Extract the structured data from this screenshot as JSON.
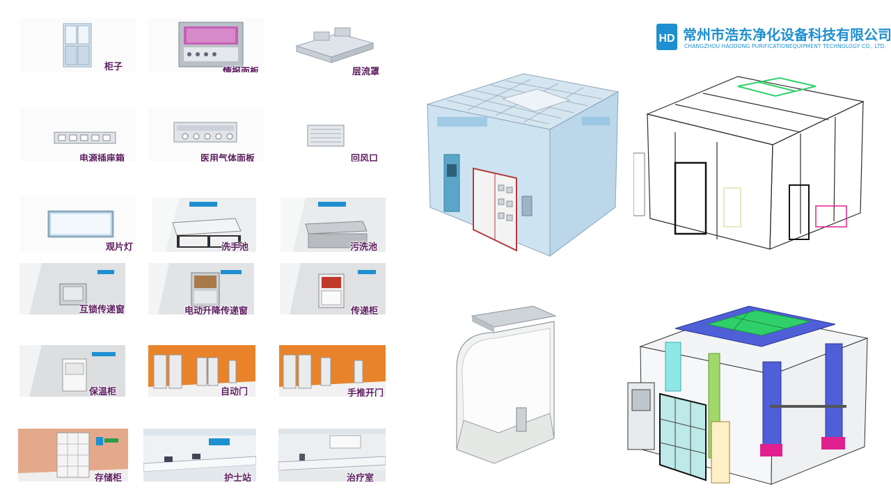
{
  "company": {
    "name_cn": "常州市浩东净化设备科技有限公司",
    "name_en": "CHANGZHOU HAODONG PURIFICATIONEQUIPMENT TECHNOLOGY CO., LTD."
  },
  "products": [
    {
      "label": "柜子"
    },
    {
      "label": "情报面板"
    },
    {
      "label": "层流罩"
    },
    {
      "label": "电源插座箱"
    },
    {
      "label": "医用气体面板"
    },
    {
      "label": "回风口"
    },
    {
      "label": "观片灯"
    },
    {
      "label": "洗手池"
    },
    {
      "label": "污洗池"
    },
    {
      "label": "互锁传递窗"
    },
    {
      "label": "电动升降传递窗"
    },
    {
      "label": "传递柜"
    },
    {
      "label": "保温柜"
    },
    {
      "label": "自动门"
    },
    {
      "label": "手推开门"
    },
    {
      "label": "存储柜"
    },
    {
      "label": "护士站"
    },
    {
      "label": "治疗室"
    }
  ],
  "colors": {
    "brand": "#1e8fd0",
    "label": "#5b1c5e",
    "orange_wall": "#e8832a",
    "hvac_blue": "#4e5fd8",
    "hvac_green": "#2fd06a",
    "hvac_cyan": "#8ee8e6",
    "hvac_magenta": "#e0208f"
  }
}
